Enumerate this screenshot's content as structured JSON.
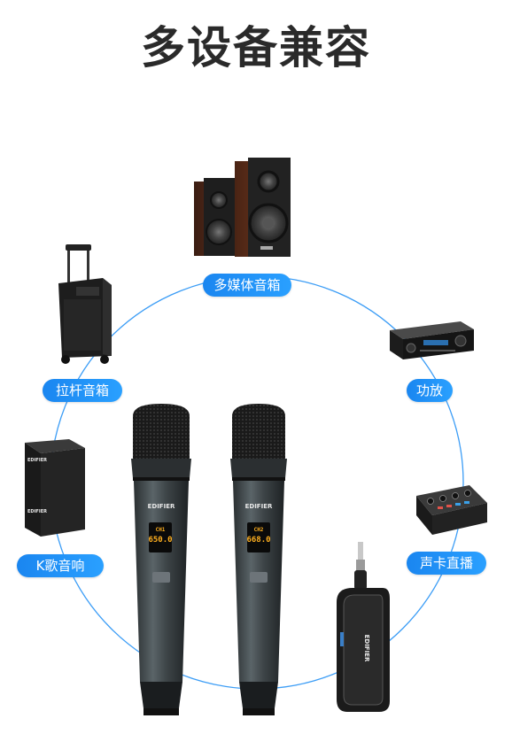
{
  "title": "多设备兼容",
  "devices": {
    "multimedia_speaker": "多媒体音箱",
    "trolley_speaker": "拉杆音箱",
    "amplifier": "功放",
    "ktv_speaker": "K歌音响",
    "live_sound_card": "声卡直播"
  },
  "brand": "EDIFIER",
  "mic_displays": {
    "left": {
      "label": "CH1",
      "freq": "650.0"
    },
    "right": {
      "label": "CH2",
      "freq": "668.0"
    }
  },
  "colors": {
    "accent": "#1a8cf5",
    "title": "#2a2a2a",
    "mic_body": "#3d4447"
  }
}
